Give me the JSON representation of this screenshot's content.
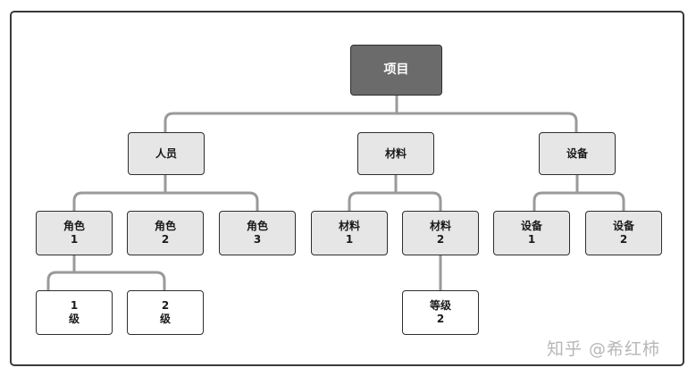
{
  "diagram": {
    "root": {
      "label": "项目"
    },
    "categories": [
      {
        "label": "人员",
        "children": [
          {
            "label": "角色\n1",
            "children": [
              {
                "label": "1\n级"
              },
              {
                "label": "2\n级"
              }
            ]
          },
          {
            "label": "角色\n2"
          },
          {
            "label": "角色\n3"
          }
        ]
      },
      {
        "label": "材料",
        "children": [
          {
            "label": "材料\n1"
          },
          {
            "label": "材料\n2",
            "children": [
              {
                "label": "等级\n2"
              }
            ]
          }
        ]
      },
      {
        "label": "设备",
        "children": [
          {
            "label": "设备\n1"
          },
          {
            "label": "设备\n2"
          }
        ]
      }
    ]
  },
  "watermark": "知乎 @希红柿"
}
